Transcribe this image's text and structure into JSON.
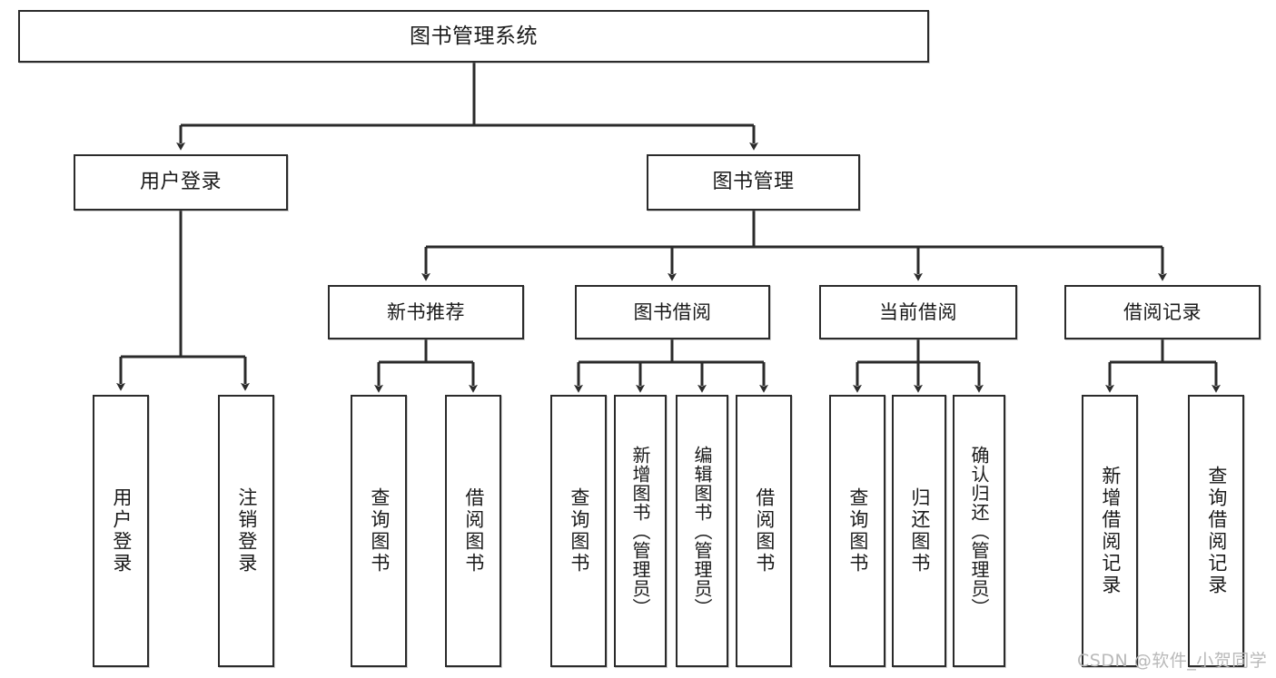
{
  "diagram": {
    "title": "图书管理系统",
    "watermark": "CSDN @软件_小贺同学",
    "edge_color": "#2b2b2b",
    "box_border_color": "#2b2b2b",
    "box_fill_color": "#ffffff",
    "text_color": "#1a1a1a"
  },
  "nodes": {
    "root": {
      "label": "图书管理系统"
    },
    "level1": [
      {
        "id": "user-login",
        "label": "用户登录"
      },
      {
        "id": "book-management",
        "label": "图书管理"
      }
    ],
    "level2": [
      {
        "id": "new-book-recommend",
        "label": "新书推荐"
      },
      {
        "id": "book-borrow",
        "label": "图书借阅"
      },
      {
        "id": "current-borrow",
        "label": "当前借阅"
      },
      {
        "id": "borrow-record",
        "label": "借阅记录"
      }
    ],
    "leaves": {
      "user_login": [
        {
          "id": "leaf-user-login",
          "label": "用户登录"
        },
        {
          "id": "leaf-logout-login",
          "label": "注销登录"
        }
      ],
      "new_book_recommend": [
        {
          "id": "leaf-query-book-1",
          "label": "查询图书"
        },
        {
          "id": "leaf-borrow-book-1",
          "label": "借阅图书"
        }
      ],
      "book_borrow": [
        {
          "id": "leaf-query-book-2",
          "label": "查询图书"
        },
        {
          "id": "leaf-add-book-admin",
          "label": "新增图书（管理员）"
        },
        {
          "id": "leaf-edit-book-admin",
          "label": "编辑图书（管理员）"
        },
        {
          "id": "leaf-borrow-book-2",
          "label": "借阅图书"
        }
      ],
      "current_borrow": [
        {
          "id": "leaf-query-book-3",
          "label": "查询图书"
        },
        {
          "id": "leaf-return-book",
          "label": "归还图书"
        },
        {
          "id": "leaf-confirm-return-admin",
          "label": "确认归还（管理员）"
        }
      ],
      "borrow_record": [
        {
          "id": "leaf-add-borrow-record",
          "label": "新增借阅记录"
        },
        {
          "id": "leaf-query-borrow-record",
          "label": "查询借阅记录"
        }
      ]
    }
  }
}
